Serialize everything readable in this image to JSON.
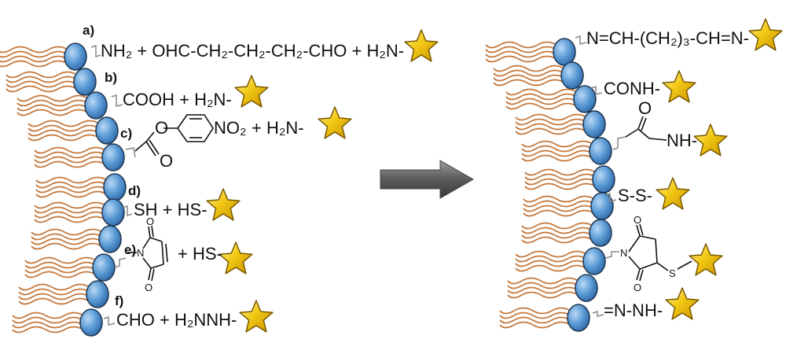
{
  "colors": {
    "head_fill": "#5b9bd5",
    "head_stroke": "#1f3550",
    "tail": "#c4773a",
    "star_fill": "#f2c814",
    "star_stroke": "#7a5a00",
    "arrow": "#6b6b6b"
  },
  "reactions": {
    "a": {
      "label": "a)",
      "text": "NH₂ + OHC-CH₂-CH₂-CH₂-CHO + H₂N-"
    },
    "b": {
      "label": "b)",
      "text": "COOH + H₂N-"
    },
    "c": {
      "label": "c)",
      "ester_o": "O",
      "nitro": "NO₂",
      "tail": "+ H₂N-",
      "carbonyl_o": "O"
    },
    "d": {
      "label": "d)",
      "text": "SH + HS-"
    },
    "e": {
      "label": "e)",
      "n": "N",
      "o_top": "O",
      "o_bottom": "O",
      "tail": "+ HS-"
    },
    "f": {
      "label": "f)",
      "text": "CHO + H₂NNH-"
    }
  },
  "products": {
    "a": {
      "text": "N=CH-(CH₂)₃-CH=N-"
    },
    "b": {
      "text": "CONH-"
    },
    "c": {
      "o": "O",
      "nh": "NH-"
    },
    "d": {
      "text": "S-S-"
    },
    "e": {
      "n": "N",
      "o_top": "O",
      "o_bottom": "O",
      "s": "S"
    },
    "f": {
      "text": "=N-NH-"
    }
  }
}
